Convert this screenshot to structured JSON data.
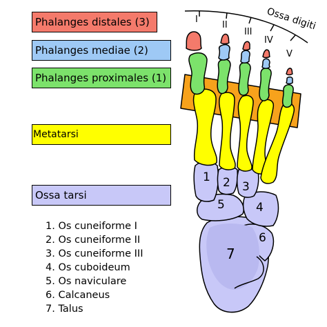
{
  "legend": {
    "distales": {
      "label": "Phalanges distales (3)",
      "color": "#f47a6b"
    },
    "mediae": {
      "label": "Phalanges mediae (2)",
      "color": "#9ec9f5"
    },
    "proximales": {
      "label": "Phalanges proximales (1)",
      "color": "#7ce26b"
    },
    "metatarsi": {
      "label": "Metatarsi",
      "color": "#ffff00"
    },
    "tarsi": {
      "label": "Ossa tarsi",
      "color": "#c8c8f8"
    }
  },
  "band_color": "#f7a21c",
  "digits": {
    "title": "Ossa digiti",
    "numerals": [
      "I",
      "II",
      "III",
      "IV",
      "V"
    ]
  },
  "tarsal_numbers": [
    "1",
    "2",
    "3",
    "4",
    "5",
    "6",
    "7"
  ],
  "bone_list": [
    "1. Os cuneiforme I",
    "2. Os cuneiforme II",
    "3. Os cuneiforme III",
    "4. Os cuboideum",
    "5. Os naviculare",
    "6. Calcaneus",
    "7. Talus"
  ]
}
